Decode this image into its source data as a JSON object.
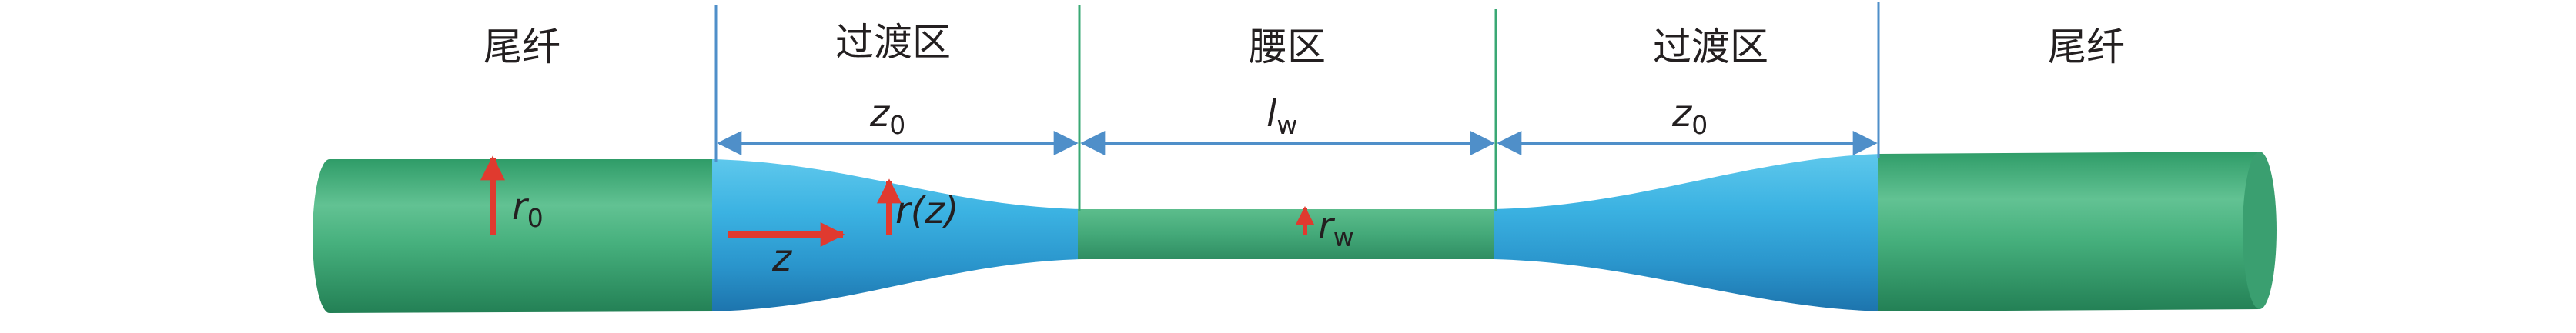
{
  "sections": [
    {
      "id": "pigtail-left",
      "label": "尾纤"
    },
    {
      "id": "transition-left",
      "label": "过渡区"
    },
    {
      "id": "waist",
      "label": "腰区"
    },
    {
      "id": "transition-right",
      "label": "过渡区"
    },
    {
      "id": "pigtail-right",
      "label": "尾纤"
    }
  ],
  "dimensions": {
    "transition_left": {
      "symbol": "z",
      "subscript": "0"
    },
    "waist": {
      "symbol": "l",
      "subscript": "w"
    },
    "transition_right": {
      "symbol": "z",
      "subscript": "0"
    }
  },
  "annotations": {
    "pigtail_radius": {
      "symbol": "r",
      "subscript": "0"
    },
    "taper_radius": {
      "symbol": "r",
      "suffix": "(z)"
    },
    "axis": {
      "symbol": "z"
    },
    "waist_radius": {
      "symbol": "r",
      "subscript": "w"
    }
  },
  "colors": {
    "fiber_green": "#3fae7d",
    "taper_blue": "#36a9d6",
    "dimension_line": "#4f8fc9",
    "boundary_green": "#3aa874",
    "arrow_red": "#e03a2f"
  }
}
